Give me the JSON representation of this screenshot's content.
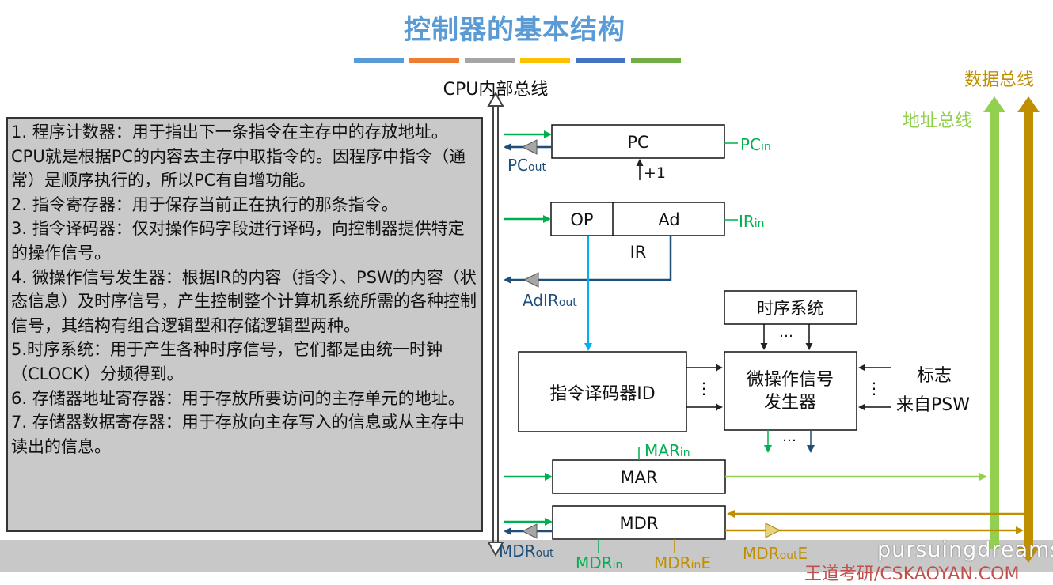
{
  "title": "控制器的基本结构",
  "title_bar_colors": [
    "#5b9bd5",
    "#ed7d31",
    "#a5a5a5",
    "#ffc000",
    "#4472c4",
    "#70ad47"
  ],
  "colors": {
    "title": "#5b9bd5",
    "green_signal": "#00b050",
    "dark_blue": "#1f4e79",
    "light_blue": "#00b0f0",
    "address_bus": "#92d050",
    "data_bus": "#bf8f00",
    "text_box_bg": "#c9c9c9"
  },
  "buses": {
    "cpu_internal": "CPU内部总线",
    "address": "地址总线",
    "data": "数据总线"
  },
  "description": [
    "1. 程序计数器：用于指出下一条指令在主存中的存放地址。CPU就是根据PC的内容去主存中取指令的。因程序中指令（通常）是顺序执行的，所以PC有自增功能。",
    "2. 指令寄存器：用于保存当前正在执行的那条指令。",
    "3. 指令译码器：仅对操作码字段进行译码，向控制器提供特定的操作信号。",
    "4. 微操作信号发生器：根据IR的内容（指令）、PSW的内容（状态信息）及时序信号，产生控制整个计算机系统所需的各种控制信号，其结构有组合逻辑型和存储逻辑型两种。",
    "5.时序系统：用于产生各种时序信号，它们都是由统一时钟（CLOCK）分频得到。",
    "6. 存储器地址寄存器：用于存放所要访问的主存单元的地址。",
    "7. 存储器数据寄存器：用于存放向主存写入的信息或从主存中读出的信息。"
  ],
  "blocks": {
    "pc": "PC",
    "ir_op": "OP",
    "ir_ad": "Ad",
    "ir": "IR",
    "decoder": "指令译码器ID",
    "micro_op_line1": "微操作信号",
    "micro_op_line2": "发生器",
    "timing": "时序系统",
    "mar": "MAR",
    "mdr": "MDR"
  },
  "signals": {
    "pc_in": {
      "base": "PC",
      "sub": "in"
    },
    "pc_out": {
      "base": "PC",
      "sub": "out"
    },
    "pc_inc": "+1",
    "ir_in": {
      "base": "IR",
      "sub": "in"
    },
    "ad_ir_out": {
      "base": "AdIR",
      "sub": "out"
    },
    "mar_in": {
      "base": "MAR",
      "sub": "in"
    },
    "mdr_out": {
      "base": "MDR",
      "sub": "out"
    },
    "mdr_in": {
      "base": "MDR",
      "sub": "in"
    },
    "mdr_in_e": {
      "base": "MDR",
      "sub": "in",
      "suffix": "E"
    },
    "mdr_out_e": {
      "base": "MDR",
      "sub": "out",
      "suffix": "E"
    },
    "flag_line1": "标志",
    "flag_line2": "来自PSW",
    "ellipsis_v": "⋮",
    "ellipsis_h": "…"
  },
  "watermark": "pursuingdreams",
  "brand": "王道考研/CSKAOYAN.COM"
}
